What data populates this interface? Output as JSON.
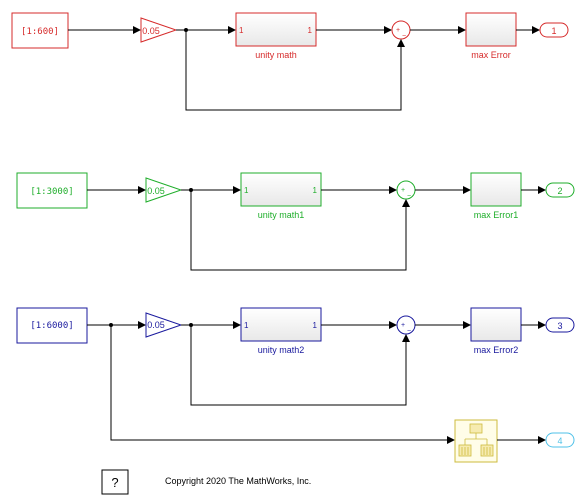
{
  "colors": {
    "red": "#d62b2b",
    "green": "#1fae2b",
    "blue": "#1a1a9e",
    "cyan": "#4fc1e8",
    "yellow": "#cdbb3e",
    "line": "#000000"
  },
  "rows": [
    {
      "constant": "[1:600]",
      "gain": "0.05",
      "subsystem_in_port": "1",
      "subsystem_out_port": "1",
      "subsystem_label": "unity math",
      "sum_plus": "+",
      "sum_minus": "−",
      "max_label": "max Error",
      "outport": "1"
    },
    {
      "constant": "[1:3000]",
      "gain": "0.05",
      "subsystem_in_port": "1",
      "subsystem_out_port": "1",
      "subsystem_label": "unity math1",
      "sum_plus": "+",
      "sum_minus": "−",
      "max_label": "max Error1",
      "outport": "2"
    },
    {
      "constant": "[1:6000]",
      "gain": "0.05",
      "subsystem_in_port": "1",
      "subsystem_out_port": "1",
      "subsystem_label": "unity math2",
      "sum_plus": "+",
      "sum_minus": "−",
      "max_label": "max Error2",
      "outport": "3"
    }
  ],
  "mux_outport": "4",
  "help_button": "?",
  "copyright": "Copyright 2020 The MathWorks, Inc."
}
